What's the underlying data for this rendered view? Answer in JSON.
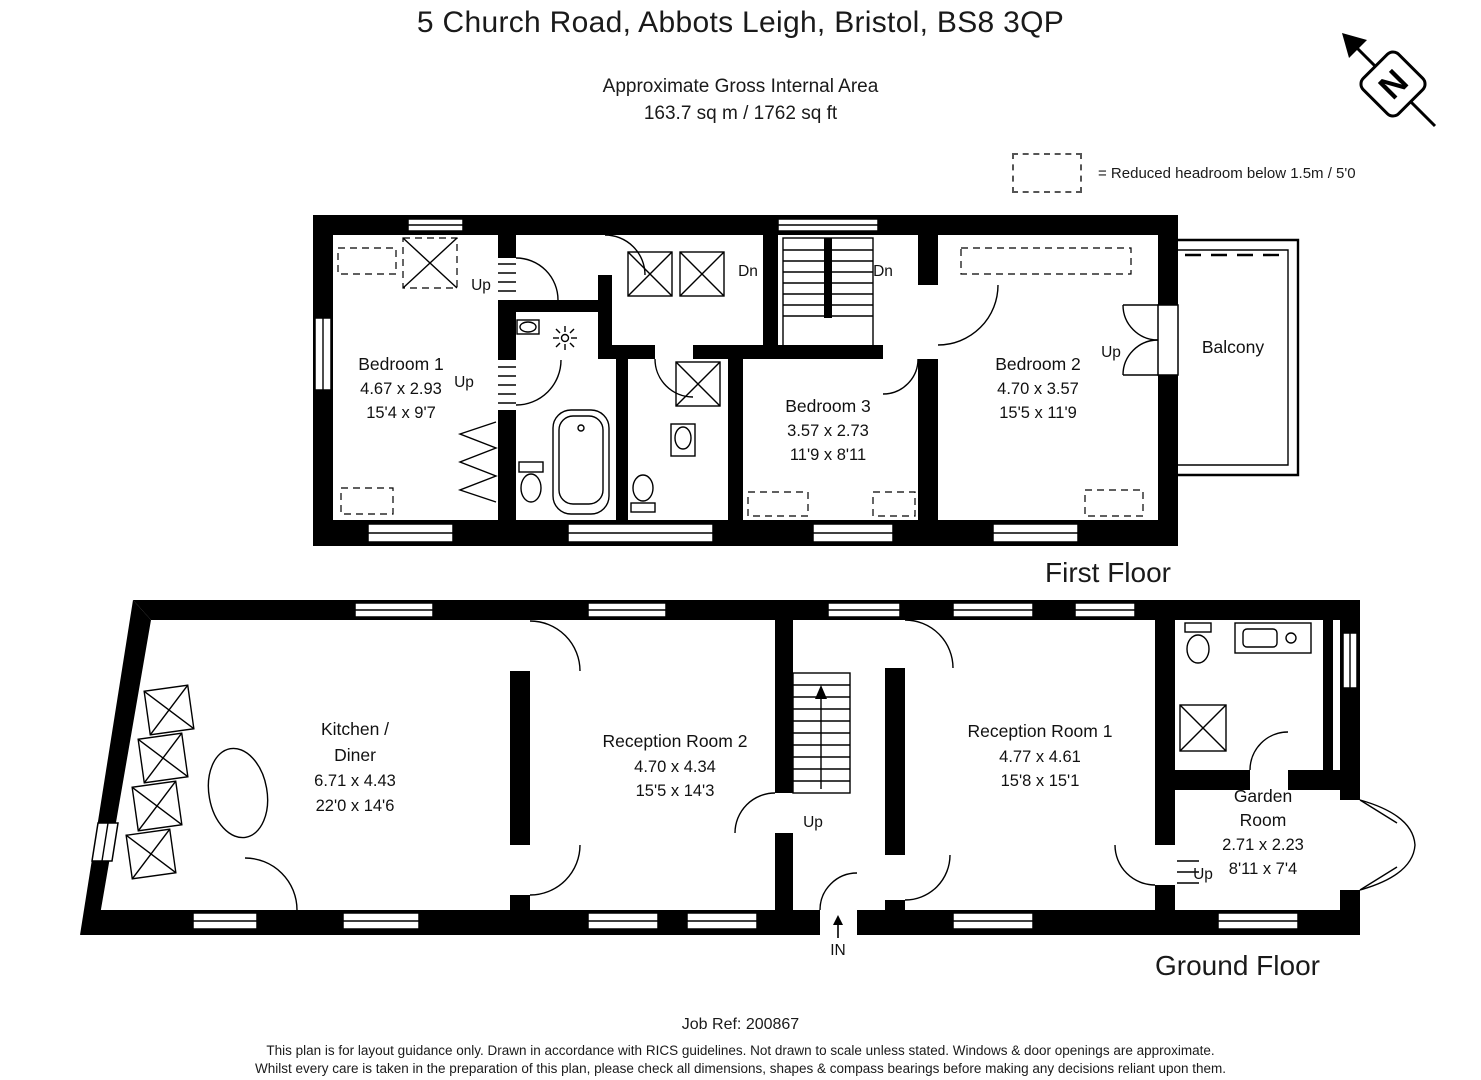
{
  "header": {
    "title": "5 Church Road, Abbots Leigh, Bristol, BS8 3QP",
    "subtitle_line1": "Approximate Gross Internal Area",
    "subtitle_line2": "163.7 sq m / 1762 sq ft"
  },
  "legend": {
    "reduced_headroom": "= Reduced headroom below 1.5m / 5'0"
  },
  "compass": {
    "letter": "N"
  },
  "first_floor": {
    "label": "First Floor",
    "bedroom1": {
      "name": "Bedroom 1",
      "size_m": "4.67 x 2.93",
      "size_ft": "15'4 x 9'7"
    },
    "bedroom2": {
      "name": "Bedroom 2",
      "size_m": "4.70 x 3.57",
      "size_ft": "15'5 x 11'9"
    },
    "bedroom3": {
      "name": "Bedroom 3",
      "size_m": "3.57 x 2.73",
      "size_ft": "11'9 x 8'11"
    },
    "balcony": {
      "name": "Balcony"
    },
    "up_label_1": "Up",
    "up_label_2": "Up",
    "up_label_3": "Up",
    "dn_label_1": "Dn",
    "dn_label_2": "Dn"
  },
  "ground_floor": {
    "label": "Ground Floor",
    "kitchen": {
      "name_line1": "Kitchen /",
      "name_line2": "Diner",
      "size_m": "6.71 x 4.43",
      "size_ft": "22'0 x 14'6"
    },
    "reception2": {
      "name": "Reception Room 2",
      "size_m": "4.70 x 4.34",
      "size_ft": "15'5 x 14'3"
    },
    "reception1": {
      "name": "Reception Room 1",
      "size_m": "4.77 x 4.61",
      "size_ft": "15'8 x 15'1"
    },
    "garden_room": {
      "name_line1": "Garden",
      "name_line2": "Room",
      "size_m": "2.71 x 2.23",
      "size_ft": "8'11 x 7'4"
    },
    "up_label_1": "Up",
    "up_label_2": "Up",
    "in_label": "IN"
  },
  "footer": {
    "job_ref": "Job Ref: 200867",
    "disclaimer_line1": "This plan is for layout guidance only. Drawn in accordance with RICS guidelines. Not drawn to scale unless stated. Windows & door openings are approximate.",
    "disclaimer_line2": "Whilst every care is taken in the preparation of this plan, please check all dimensions, shapes & compass bearings before making any decisions reliant upon them."
  },
  "colors": {
    "ink": "#000000",
    "background": "#ffffff"
  }
}
